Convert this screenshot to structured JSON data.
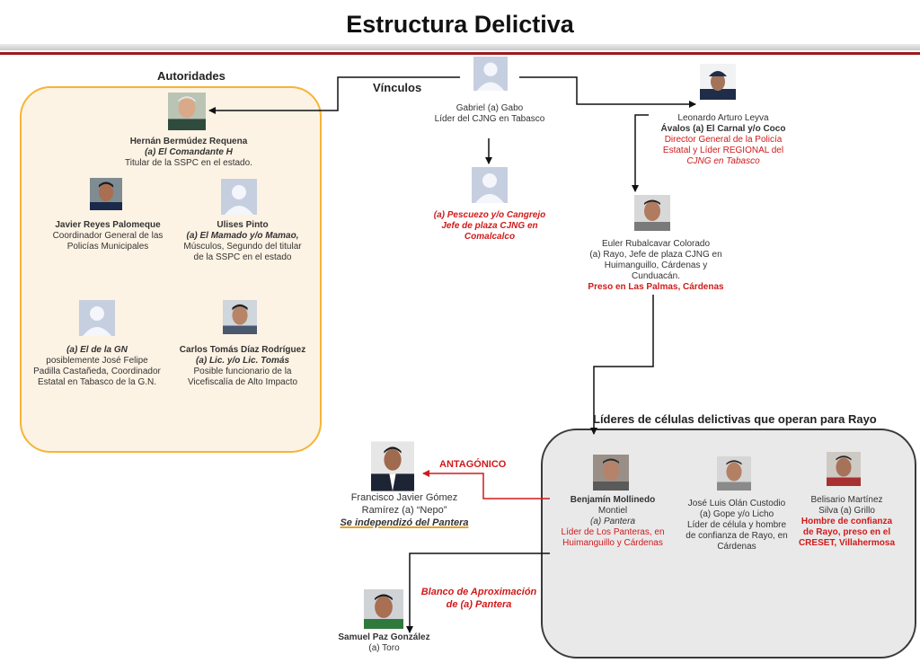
{
  "title": "Estructura Delictiva",
  "labels": {
    "autoridades": "Autoridades",
    "vinculos": "Vínculos",
    "celulas": "Líderes de células delictivas que operan para Rayo",
    "antagonico": "ANTAGÓNICO",
    "blanco_1": "Blanco de Aproximación",
    "blanco_2": "de (a) Pantera"
  },
  "nodes": {
    "gabriel": {
      "l1": "Gabriel  (a) Gabo",
      "l2": "Líder del CJNG en Tabasco"
    },
    "pescuezo": {
      "l1": "(a) Pescuezo y/o Cangrejo",
      "l2": "Jefe de plaza CJNG en",
      "l3": "Comalcalco"
    },
    "hernan": {
      "l1": "Hernán Bermúdez Requena",
      "l2": "(a) El Comandante H",
      "l3": "Titular de la SSPC en el estado."
    },
    "javier": {
      "l1": "Javier Reyes Palomeque",
      "l2": "Coordinador General de las",
      "l3": "Policías Municipales"
    },
    "ulises": {
      "l1": "Ulises Pinto",
      "l2": "(a) El Mamado y/o Mamao,",
      "l3": "Músculos, Segundo del titular",
      "l4": "de la SSPC en el estado"
    },
    "gn": {
      "l1": "(a) El de la GN",
      "l2": "posiblemente José Felipe",
      "l3": "Padilla Castañeda, Coordinador",
      "l4": "Estatal en Tabasco de la G.N."
    },
    "carlos": {
      "l1": "Carlos Tomás Díaz Rodríguez",
      "l2": "(a) Lic. y/o Lic. Tomás",
      "l3": "Posible funcionario de la",
      "l4": "Vicefiscalía de Alto Impacto"
    },
    "leonardo": {
      "l1": "Leonardo Arturo Leyva",
      "l2": "Ávalos (a) El Carnal y/o Coco",
      "l3": "Director General de la Policía",
      "l4": "Estatal y Líder REGIONAL del",
      "l5": "CJNG en Tabasco"
    },
    "euler": {
      "l1": "Euler Rubalcavar Colorado",
      "l2": "(a) Rayo, Jefe de plaza CJNG en",
      "l3": "Huimanguillo, Cárdenas y",
      "l4": "Cunduacán.",
      "l5": "Preso en Las Palmas, Cárdenas"
    },
    "francisco": {
      "l1": "Francisco Javier Gómez",
      "l2": "Ramírez (a) “Nepo”",
      "l3": "Se independizó del Pantera"
    },
    "benjamin": {
      "l1": "Benjamín Mollinedo",
      "l2": "Montiel",
      "l3": "(a) Pantera",
      "l4": "Líder de Los Panteras, en",
      "l5": "Huimanguillo y Cárdenas"
    },
    "jose": {
      "l1": "José Luis Olán Custodio",
      "l2": "(a) Gope y/o Licho",
      "l3": "Líder de célula y hombre",
      "l4": "de confianza de Rayo, en",
      "l5": "Cárdenas"
    },
    "belisario": {
      "l1": "Belisario Martínez",
      "l2": "Silva (a) Grillo",
      "l3": "Hombre de confianza",
      "l4": "de Rayo, preso en el",
      "l5": "CRESET, Villahermosa"
    },
    "samuel": {
      "l1": "Samuel Paz González",
      "l2": "(a) Toro"
    }
  },
  "colors": {
    "accent_red": "#d01a1a",
    "header_line": "#9b1b1f",
    "authorities_border": "#f6b437",
    "authorities_fill": "#fdf3e4",
    "cells_fill": "#e9e9ea"
  },
  "icons": {
    "placeholder": "person-silhouette-icon",
    "photo": "person-photo-icon"
  }
}
